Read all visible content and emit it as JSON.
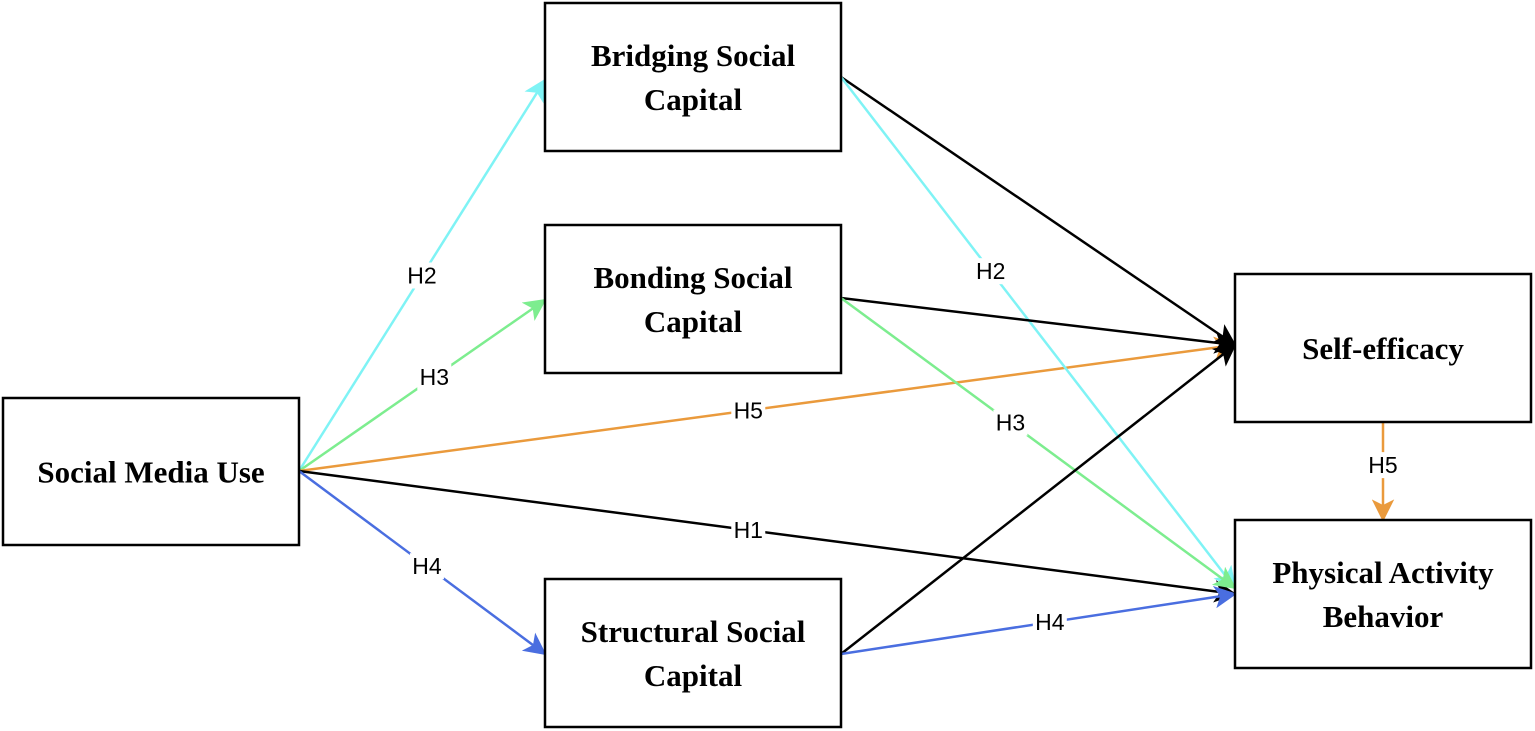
{
  "colors": {
    "black": "#000000",
    "cyan": "#7ff3f5",
    "green": "#7ded8f",
    "orange": "#ea9a3c",
    "blue": "#4a6ee0"
  },
  "nodes": {
    "smu": {
      "lines": [
        "Social Media Use"
      ]
    },
    "bridging": {
      "lines": [
        "Bridging Social",
        "Capital"
      ]
    },
    "bonding": {
      "lines": [
        "Bonding Social",
        "Capital"
      ]
    },
    "structural": {
      "lines": [
        "Structural Social",
        "Capital"
      ]
    },
    "selfefficacy": {
      "lines": [
        "Self-efficacy"
      ]
    },
    "pab": {
      "lines": [
        "Physical Activity",
        "Behavior"
      ]
    }
  },
  "edges": [
    {
      "id": "smu-bridging",
      "from": "smu",
      "to": "bridging",
      "label": "H2",
      "color": "cyan"
    },
    {
      "id": "smu-bonding",
      "from": "smu",
      "to": "bonding",
      "label": "H3",
      "color": "green"
    },
    {
      "id": "smu-selfefficacy",
      "from": "smu",
      "to": "selfefficacy",
      "label": "H5",
      "color": "orange"
    },
    {
      "id": "smu-pab",
      "from": "smu",
      "to": "pab",
      "label": "H1",
      "color": "black"
    },
    {
      "id": "smu-structural",
      "from": "smu",
      "to": "structural",
      "label": "H4",
      "color": "blue"
    },
    {
      "id": "bridging-selfefficacy",
      "from": "bridging",
      "to": "selfefficacy",
      "label": "",
      "color": "black"
    },
    {
      "id": "bridging-pab",
      "from": "bridging",
      "to": "pab",
      "label": "H2",
      "color": "cyan"
    },
    {
      "id": "bonding-selfefficacy",
      "from": "bonding",
      "to": "selfefficacy",
      "label": "",
      "color": "black"
    },
    {
      "id": "bonding-pab",
      "from": "bonding",
      "to": "pab",
      "label": "H3",
      "color": "green"
    },
    {
      "id": "structural-selfefficacy",
      "from": "structural",
      "to": "selfefficacy",
      "label": "",
      "color": "black"
    },
    {
      "id": "structural-pab",
      "from": "structural",
      "to": "pab",
      "label": "H4",
      "color": "blue"
    },
    {
      "id": "selfefficacy-pab",
      "from": "selfefficacy",
      "to": "pab",
      "label": "H5",
      "color": "orange"
    }
  ]
}
